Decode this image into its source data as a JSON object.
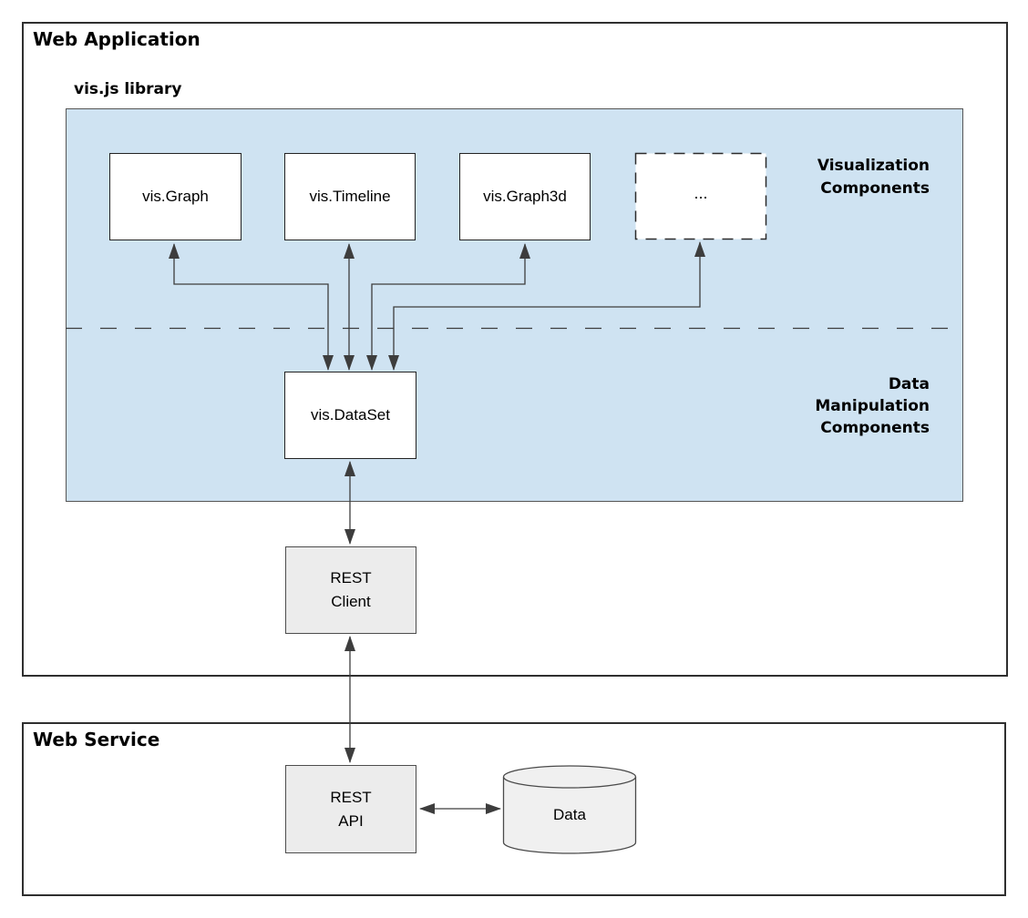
{
  "diagram": {
    "type": "architecture-diagram",
    "colors": {
      "library_panel_fill": "#cfe3f2",
      "node_fill_white": "#ffffff",
      "node_fill_gray": "#ececec",
      "line_color": "#3d3d3d",
      "border_color": "#2f2f2f"
    },
    "web_application": {
      "title": "Web Application",
      "library_label": "vis.js library",
      "components": {
        "vis_graph": "vis.Graph",
        "vis_timeline": "vis.Timeline",
        "vis_graph3d": "vis.Graph3d",
        "more": "...",
        "vis_dataset": "vis.DataSet"
      },
      "zone_labels": {
        "visualization": "Visualization\nComponents",
        "data_manipulation": "Data\nManipulation\nComponents"
      },
      "rest_client": "REST\nClient"
    },
    "web_service": {
      "title": "Web Service",
      "rest_api": "REST\nAPI",
      "data_store": "Data"
    }
  }
}
